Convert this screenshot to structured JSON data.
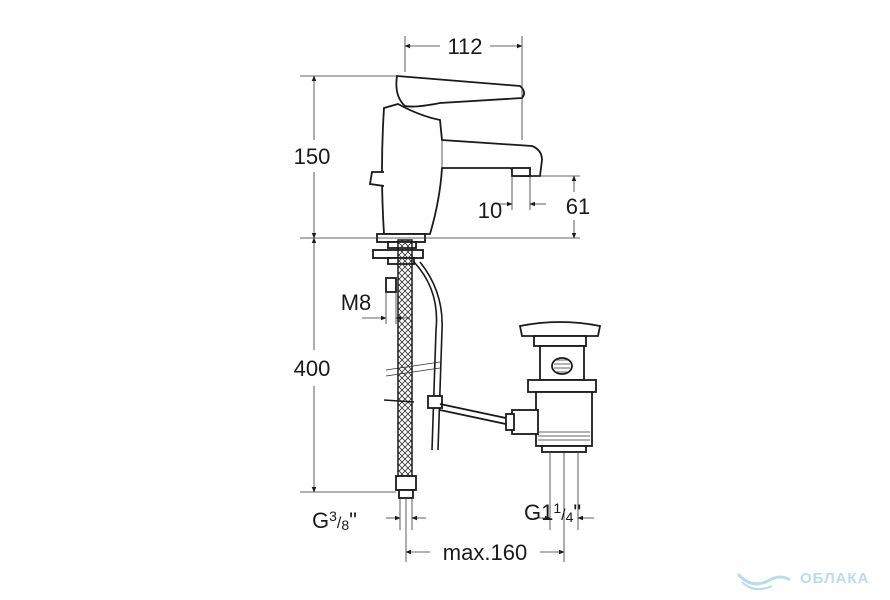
{
  "dimensions": {
    "spout_reach": "112",
    "height_above": "150",
    "outlet_height": "61",
    "outlet_offset": "10",
    "thread_m": "M8",
    "hose_length": "400",
    "inlet_thread_main": "G",
    "inlet_thread_num": "3",
    "inlet_thread_den": "8",
    "inlet_thread_mark": "\"",
    "waste_thread_main": "G1",
    "waste_thread_num": "1",
    "waste_thread_den": "4",
    "waste_thread_mark": "\"",
    "rod_distance": "max.160"
  },
  "watermark": {
    "text": "ОБЛАКА",
    "icon": "cloud-wave-logo-icon"
  },
  "colors": {
    "line": "#1a1a1a",
    "watermark": "#b9dcec"
  }
}
